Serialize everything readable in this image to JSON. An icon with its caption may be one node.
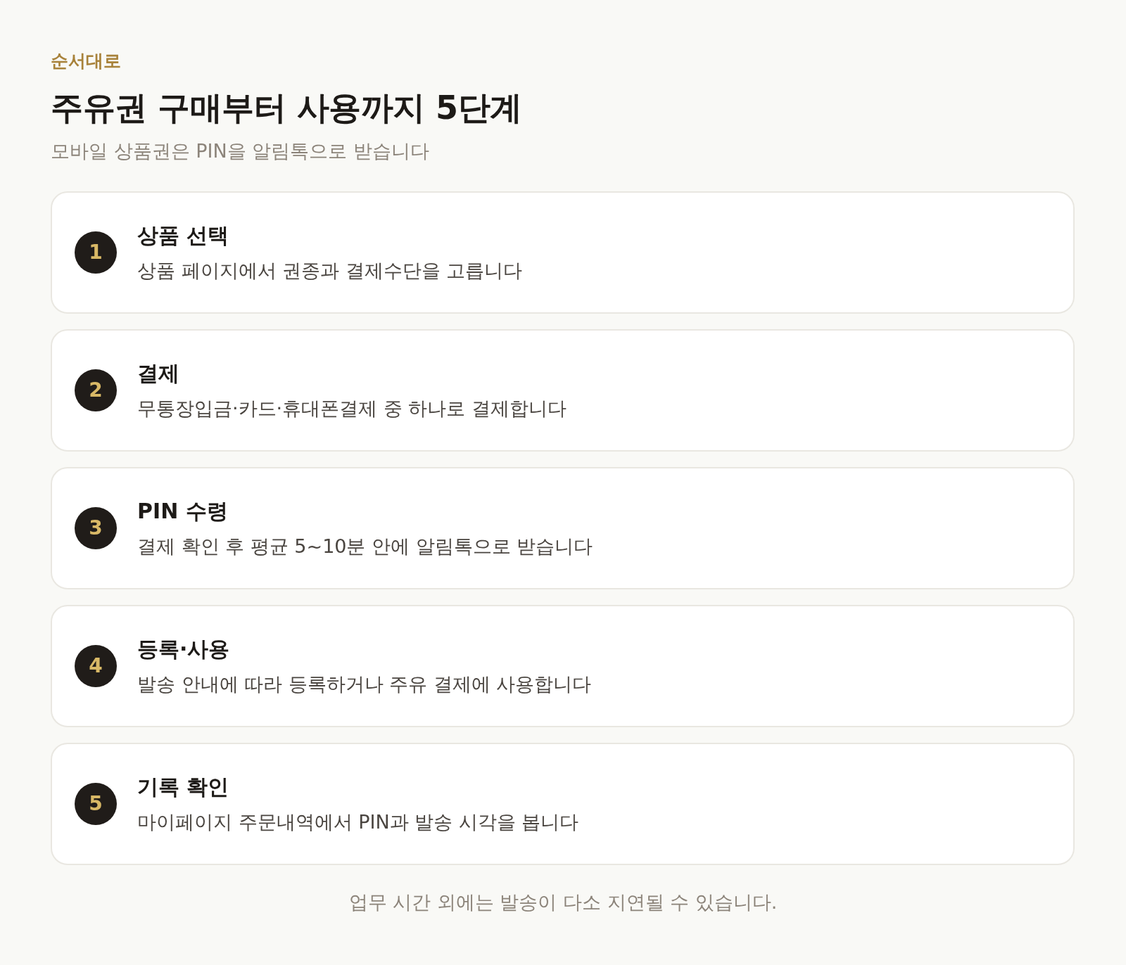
{
  "diagram": {
    "title": "주유권 구매부터 사용까지 5단계",
    "caption": "업무 시간 외에는 발송이 다소 지연될 수 있습니다.",
    "nodes": [
      {
        "text": [
          "상품 선택",
          "상품 페이지에서 권종과 결제수단을 고릅니다"
        ]
      },
      {
        "text": [
          "1"
        ],
        "in": 0
      },
      {
        "text": [
          "결제",
          "무통장입금·카드·휴대폰결제 중 하나로 결제합니다"
        ]
      },
      {
        "text": [
          "2"
        ],
        "in": 2
      },
      {
        "text": [
          "PIN 수령",
          "결제 확인 후 평균 5~10분 안에 알림톡으로 받습니다"
        ]
      },
      {
        "text": [
          "3"
        ],
        "in": 4
      },
      {
        "text": [
          "등록·사용",
          "발송 안내에 따라 등록하거나 주유 결제에 사용합니다"
        ]
      },
      {
        "text": [
          "4"
        ],
        "in": 6
      },
      {
        "text": [
          "기록 확인",
          "마이페이지 주문내역에서 PIN과 발송 시각을 봅니다"
        ]
      },
      {
        "text": [
          "5"
        ],
        "in": 8
      }
    ],
    "labels": [
      "순서대로",
      "모바일 상품권은 PIN을 알림톡으로 받습니다"
    ]
  }
}
